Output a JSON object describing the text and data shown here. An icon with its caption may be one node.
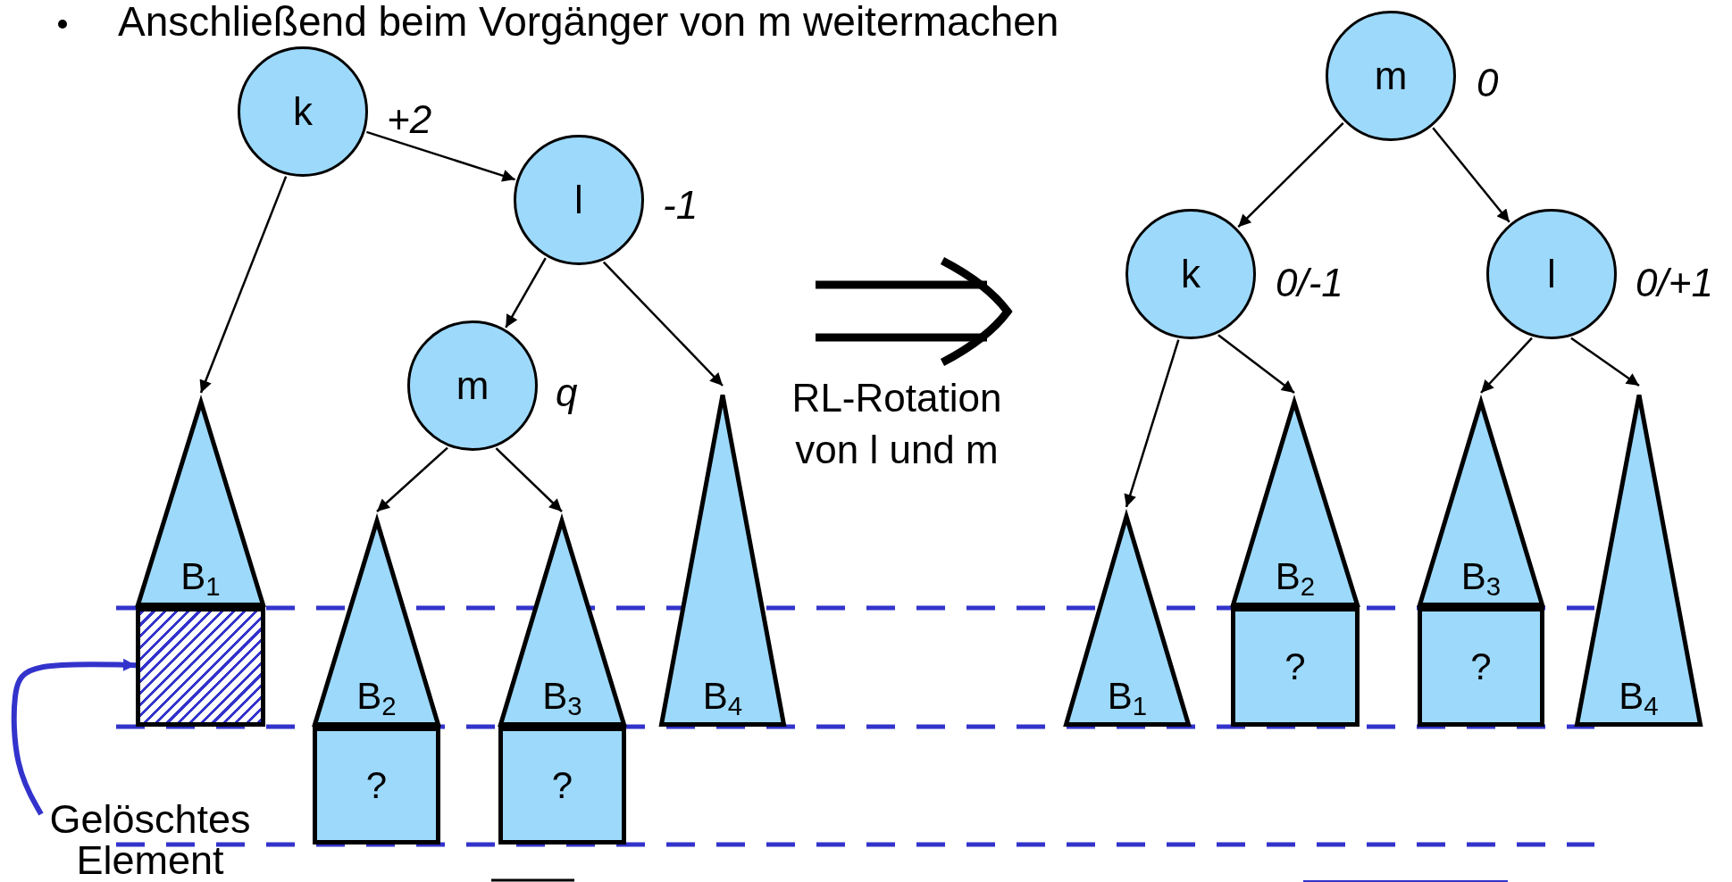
{
  "diagram": {
    "title": "Anschließend beim Vorgänger von m weitermachen",
    "nodes": [
      {
        "text": [
          "k"
        ],
        "beside": [
          "+2"
        ]
      },
      {
        "text": [
          "l"
        ],
        "beside": [
          "-1"
        ]
      },
      {
        "text": [
          "m"
        ],
        "beside": [
          "q"
        ]
      },
      {
        "text": [
          "B$_{1}$"
        ]
      },
      {
        "text": [],
        "shape": "box"
      },
      {
        "text": [
          "B$_{2}$"
        ]
      },
      {
        "text": [
          "?"
        ]
      },
      {
        "text": [
          "B$_{3}$"
        ]
      },
      {
        "text": [
          "?"
        ]
      },
      {
        "text": [
          "B$_{4}$"
        ]
      },
      {
        "text": [
          "Gelöschtes Element"
        ]
      },
      {
        "text": [
          "m"
        ],
        "beside": [
          "0"
        ]
      },
      {
        "text": [
          "k"
        ],
        "beside": [
          "0/-1"
        ]
      },
      {
        "text": [
          "l"
        ],
        "beside": [
          "0/+1"
        ]
      },
      {
        "text": [
          "B$_{1}$"
        ]
      },
      {
        "text": [
          "B$_{2}$"
        ]
      },
      {
        "text": [
          "?"
        ]
      },
      {
        "text": [
          "B$_{3}$"
        ]
      },
      {
        "text": [
          "?"
        ]
      },
      {
        "text": [
          "B$_{4}$"
        ]
      }
    ],
    "edges": [
      {
        "from": 0,
        "to": 1,
        "arrow": "to"
      },
      {
        "from": 0,
        "to": 3,
        "arrow": "to"
      },
      {
        "from": 1,
        "to": 2,
        "arrow": "to"
      },
      {
        "from": 1,
        "to": 9,
        "arrow": "to"
      },
      {
        "from": 2,
        "to": 5,
        "arrow": "to"
      },
      {
        "from": 2,
        "to": 7,
        "arrow": "to"
      },
      {
        "from": 10,
        "to": 4,
        "arrow": "to",
        "style": "thick",
        "color": "#3333cc"
      },
      {
        "from": 11,
        "to": 12,
        "arrow": "to"
      },
      {
        "from": 11,
        "to": 13,
        "arrow": "to"
      },
      {
        "from": 12,
        "to": 14,
        "arrow": "to"
      },
      {
        "from": 12,
        "to": 15,
        "arrow": "to"
      },
      {
        "from": 13,
        "to": 17,
        "arrow": "to"
      },
      {
        "from": 13,
        "to": 19,
        "arrow": "to"
      }
    ],
    "labels": [
      "RL-Rotation von l und m"
    ]
  }
}
